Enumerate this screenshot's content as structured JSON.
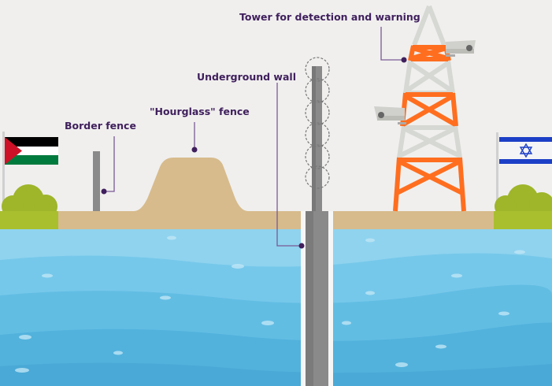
{
  "labels": {
    "tower": "Tower for detection and warning",
    "underground_wall": "Underground wall",
    "hourglass_fence": "\"Hourglass\" fence",
    "border_fence": "Border fence"
  },
  "colors": {
    "label": "#3f1f5c",
    "sand": "#d7bb8c",
    "tower_orange": "#ff6e1f",
    "tower_grey": "#d6d8d3",
    "bush": "#a9bf2e",
    "water_top": "#8fd3ef",
    "water_bottom": "#4aa9d6",
    "israel_blue": "#1c3fc7"
  }
}
